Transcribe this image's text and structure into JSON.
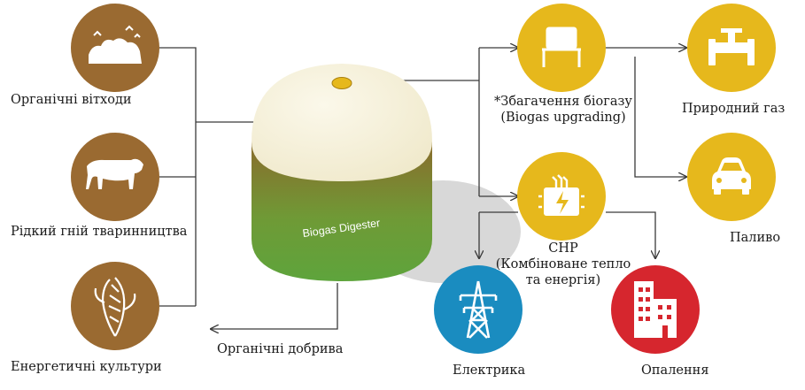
{
  "inputs": [
    {
      "label": "Органічні вітходи",
      "icon": "waste-pile-icon"
    },
    {
      "label": "Рідкий гній тваринництва",
      "icon": "cow-icon"
    },
    {
      "label": "Енергетичні культури",
      "icon": "corn-icon"
    }
  ],
  "digester": {
    "label": "Biogas Digester"
  },
  "fertilizer": {
    "label": "Органічні добрива"
  },
  "upgrading": {
    "line1": "*Збагачення біогазу",
    "line2": "(Biogas upgrading)",
    "icon": "upgrading-unit-icon"
  },
  "chp": {
    "line1": "CHP",
    "line2": "(Комбіноване тепло",
    "line3": "та енергія)",
    "icon": "chp-engine-icon"
  },
  "outputs": {
    "natural_gas": {
      "label": "Природний газ",
      "icon": "gas-pipe-icon"
    },
    "fuel": {
      "label": "Паливо",
      "icon": "car-icon"
    },
    "electricity": {
      "label": "Електрика",
      "icon": "power-tower-icon"
    },
    "heating": {
      "label": "Опалення",
      "icon": "building-icon"
    }
  },
  "colors": {
    "brown": "#9a6a31",
    "yellow": "#e6b81c",
    "blue": "#1a8cc0",
    "red": "#d6262e",
    "dome": "#f5f1dc",
    "tank_top": "#8a6a2a",
    "tank_bottom": "#6fa83a",
    "line": "#3a3a3a"
  }
}
